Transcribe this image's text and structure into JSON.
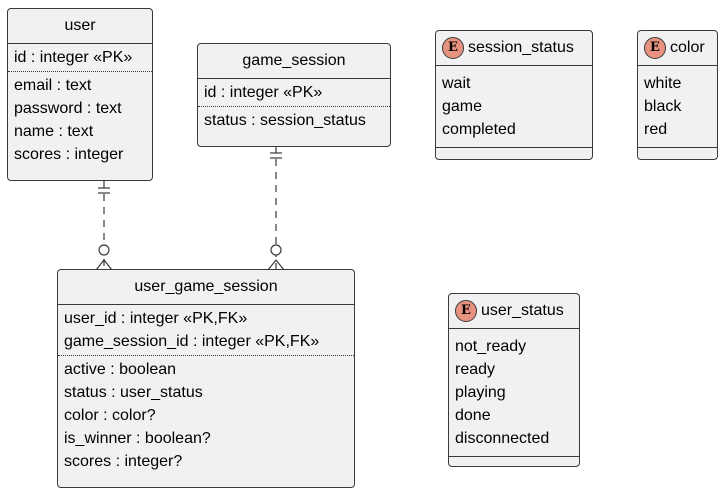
{
  "entities": {
    "user": {
      "title": "user",
      "keys": [
        "id : integer «PK»"
      ],
      "fields": [
        "email : text",
        "password : text",
        "name : text",
        "scores : integer"
      ]
    },
    "game_session": {
      "title": "game_session",
      "keys": [
        "id : integer «PK»"
      ],
      "fields": [
        "status : session_status"
      ]
    },
    "user_game_session": {
      "title": "user_game_session",
      "keys": [
        "user_id : integer «PK,FK»",
        "game_session_id : integer «PK,FK»"
      ],
      "fields": [
        "active : boolean",
        "status : user_status",
        "color : color?",
        "is_winner : boolean?",
        "scores : integer?"
      ]
    }
  },
  "enums": {
    "badge": "E",
    "session_status": {
      "title": "session_status",
      "values": [
        "wait",
        "game",
        "completed"
      ]
    },
    "color": {
      "title": "color",
      "values": [
        "white",
        "black",
        "red"
      ]
    },
    "user_status": {
      "title": "user_status",
      "values": [
        "not_ready",
        "ready",
        "playing",
        "done",
        "disconnected"
      ]
    }
  },
  "colors": {
    "box_fill": "#f1f1f1",
    "border": "#3a3a3a",
    "enum_badge": "#e89380"
  }
}
